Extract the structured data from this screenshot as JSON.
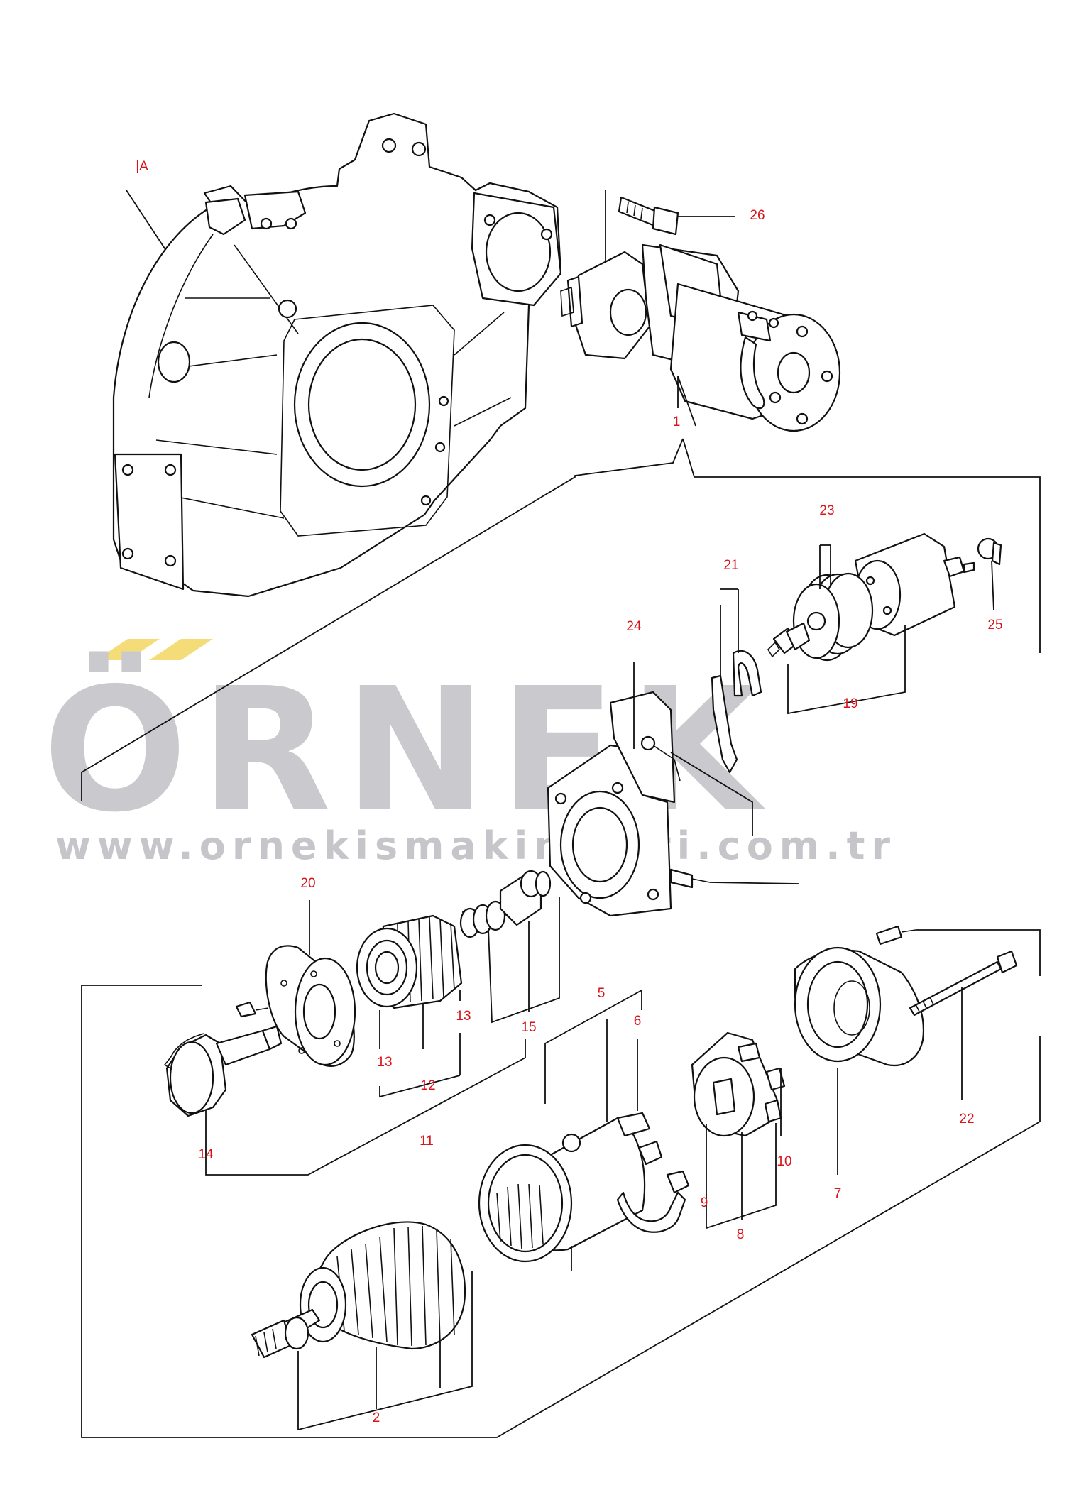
{
  "view_label": "|A",
  "watermark": {
    "word": "ÖRNEK",
    "url": "www.ornekismakinalari.com.tr",
    "word_color": "#c8c8cc",
    "accent_color": "#f4dc72",
    "url_color": "#c4c4c8"
  },
  "callout_color": "#d8131a",
  "callouts": {
    "c1": "1",
    "c2": "2",
    "c5": "5",
    "c6": "6",
    "c7": "7",
    "c8": "8",
    "c9": "9",
    "c10": "10",
    "c11": "11",
    "c12": "12",
    "c13a": "13",
    "c13b": "13",
    "c14": "14",
    "c15": "15",
    "c19": "19",
    "c20": "20",
    "c21": "21",
    "c22": "22",
    "c23": "23",
    "c24": "24",
    "c25": "25",
    "c26": "26"
  },
  "parts": {
    "flywheel_housing": "flywheel-housing",
    "starter_assembly": "starter-motor-assembly",
    "armature": "armature",
    "yoke": "yoke",
    "rear_cover": "rear-cover",
    "brush_holder": "brush-holder",
    "pinion_clutch": "pinion-clutch",
    "front_bracket": "front-bracket",
    "solenoid": "magnetic-switch",
    "through_bolt": "through-bolt"
  }
}
